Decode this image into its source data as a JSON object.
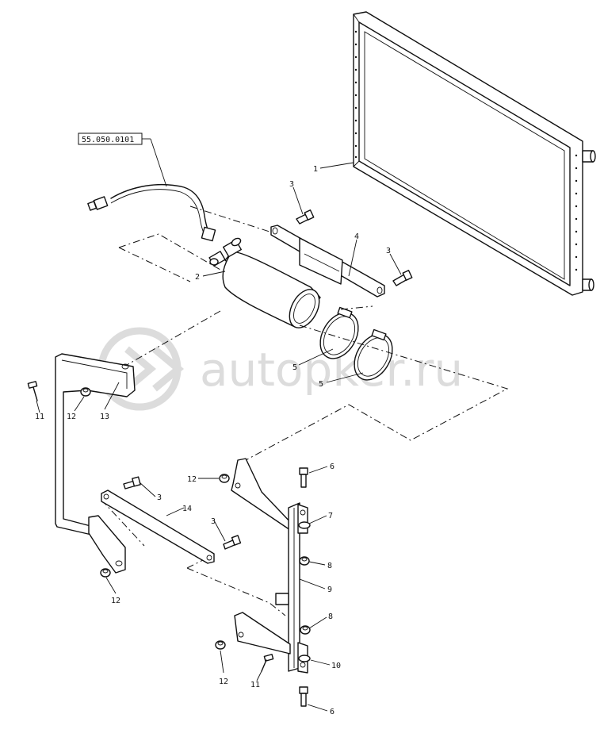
{
  "reference_box": "55.050.0101",
  "watermark": {
    "text": "autopker.ru",
    "color": "#d9d9d9"
  },
  "callouts": {
    "radiator": "1",
    "receiver_drier": "2",
    "bolt_top_left": "3",
    "bolt_top_right": "3",
    "bolt_mid_a": "3",
    "bolt_mid_b": "3",
    "drier_bracket": "4",
    "clamp_a": "5",
    "clamp_b": "5",
    "bolt_6_top": "6",
    "bolt_6_bottom": "6",
    "plate_7": "7",
    "nut_8_top": "8",
    "nut_8_bottom": "8",
    "support_bar": "9",
    "plate_10": "10",
    "screw_11_left": "11",
    "screw_11_bottom": "11",
    "nut_12_left": "12",
    "nut_12_mid": "12",
    "nut_12_lower": "12",
    "nut_12_bottom": "12",
    "frame_13": "13",
    "strap_14": "14"
  }
}
